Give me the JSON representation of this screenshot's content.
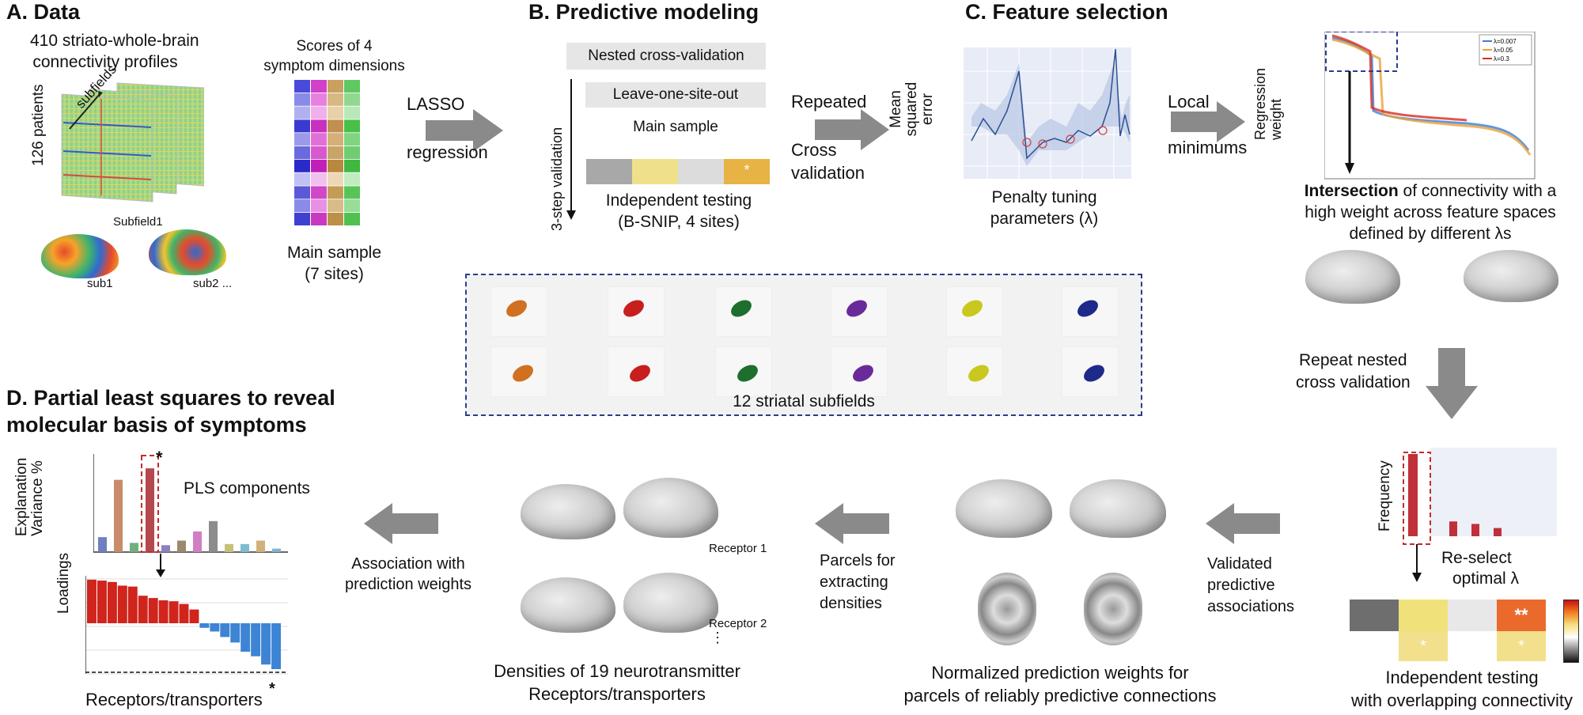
{
  "sections": {
    "a": "A.  Data",
    "b": "B.  Predictive modeling",
    "c": "C.  Feature selection",
    "d": "D.  Partial least squares to reveal molecular basis of symptoms"
  },
  "panel_a": {
    "profiles_l1": "410 striato-whole-brain",
    "profiles_l2": "connectivity profiles",
    "patients": "126 patients",
    "subfields": "subfields",
    "subfield1": "Subfield1",
    "sub1": "sub1",
    "sub2": "sub2 ...",
    "scores_l1": "Scores of 4",
    "scores_l2": "symptom dimensions",
    "main_l1": "Main sample",
    "main_l2": "(7 sites)"
  },
  "lasso": {
    "l1": "LASSO",
    "l2": "regression"
  },
  "panel_b": {
    "nested": "Nested cross-validation",
    "loso": "Leave-one-site-out",
    "main": "Main sample",
    "step": "3-step validation",
    "star": "*",
    "indep_l1": "Independent testing",
    "indep_l2": "(B-SNIP, 4 sites)"
  },
  "repeated": {
    "l1": "Repeated",
    "l2": "Cross",
    "l3": "validation"
  },
  "panel_c": {
    "ylabel_l1": "Mean",
    "ylabel_l2": "squared",
    "ylabel_l3": "error",
    "penalty_l1": "Penalty tuning",
    "penalty_l2": "parameters (λ)"
  },
  "local": {
    "l1": "Local",
    "l2": "minimums"
  },
  "regression": {
    "ylabel_l1": "Regression",
    "ylabel_l2": "weight",
    "legend": [
      "λ=0.007",
      "λ=0.05",
      "λ=0.3"
    ],
    "legend_colors": [
      "#3b7dd8",
      "#e7a23a",
      "#d62d20"
    ]
  },
  "intersection": {
    "bold": "Intersection",
    "l1_rest": " of connectivity with a",
    "l2": "high weight across feature spaces",
    "l3": "defined by different λs"
  },
  "subfields_box": {
    "label": "12 striatal subfields"
  },
  "repeat_nested": {
    "l1": "Repeat nested",
    "l2": "cross validation"
  },
  "frequency": {
    "ylabel": "Frequency",
    "reselect_l1": "Re-select",
    "reselect_l2": "optimal λ"
  },
  "indep_overlap": {
    "stars_top": [
      "",
      "",
      "",
      "**"
    ],
    "stars_bottom": [
      "*",
      "*"
    ],
    "l1": "Independent testing",
    "l2": "with overlapping connectivity"
  },
  "validated": {
    "l1": "Validated",
    "l2": "predictive",
    "l3": "associations"
  },
  "normalized": {
    "l1": "Normalized prediction weights for",
    "l2": "parcels of reliably predictive connections"
  },
  "parcels": {
    "l1": "Parcels for",
    "l2": "extracting",
    "l3": "densities"
  },
  "receptors": {
    "r1": "Receptor 1",
    "r2": "Receptor 2",
    "dots": "⋮",
    "l1": "Densities of 19 neurotransmitter",
    "l2": "Receptors/transporters"
  },
  "association": {
    "l1": "Association with",
    "l2": "prediction weights"
  },
  "panel_d": {
    "ylabel_l1": "Explanation",
    "ylabel_l2": "Variance %",
    "star": "*",
    "pls": "PLS components",
    "loadings": "Loadings",
    "xlabel": "Receptors/transporters",
    "star2": "*"
  },
  "chart_data": [
    {
      "type": "bar",
      "id": "pls_variance",
      "values": [
        13,
        63,
        8,
        73,
        6,
        10,
        18,
        27,
        7,
        7,
        10,
        3
      ],
      "colors": [
        "#6f7fbf",
        "#c98b6a",
        "#6fb07f",
        "#b5484f",
        "#8f7fc2",
        "#9b8a6c",
        "#d17fc2",
        "#8c8c8c",
        "#c7c07a",
        "#7fbcd1",
        "#d1b17a",
        "#7fb5d1"
      ],
      "highlight_index": 3
    },
    {
      "type": "bar",
      "id": "loadings",
      "values": [
        0.95,
        0.93,
        0.9,
        0.82,
        0.8,
        0.6,
        0.55,
        0.5,
        0.48,
        0.42,
        0.3,
        -0.1,
        -0.18,
        -0.3,
        -0.42,
        -0.62,
        -0.72,
        -0.9,
        -1.0
      ],
      "colors": {
        "positive": "#d0241c",
        "negative": "#3d84d4"
      }
    },
    {
      "type": "bar",
      "id": "lambda_frequency",
      "values": [
        100,
        18,
        15,
        10
      ]
    }
  ]
}
